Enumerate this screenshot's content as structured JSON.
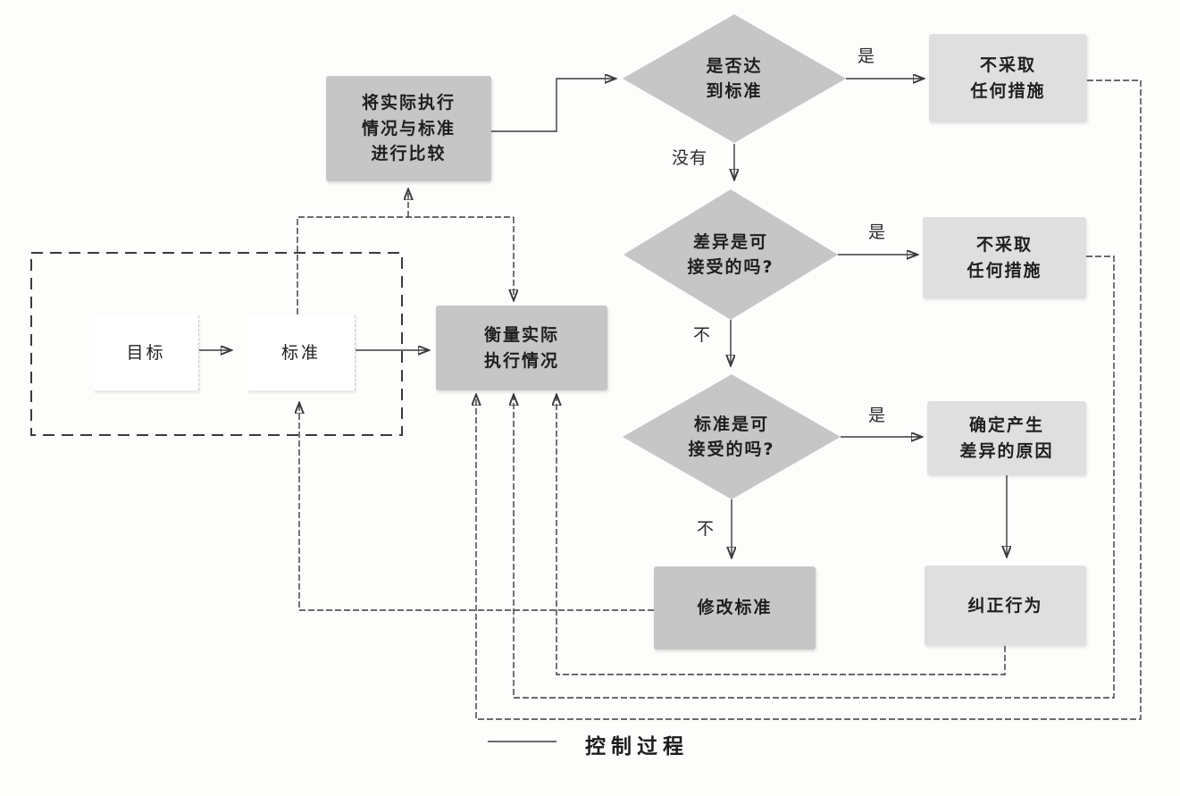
{
  "diagram": {
    "title_hint": "控制过程流程图",
    "legend": {
      "label": "控制过程"
    },
    "nodes": {
      "goal": {
        "label": "目标"
      },
      "standard": {
        "label": "标准"
      },
      "compare": {
        "line1": "将实际执行",
        "line2": "情况与标准",
        "line3": "进行比较"
      },
      "measure": {
        "line1": "衡量实际",
        "line2": "执行情况"
      },
      "reach_standard": {
        "line1": "是否达",
        "line2": "到标准"
      },
      "no_action_top": {
        "line1": "不采取",
        "line2": "任何措施"
      },
      "diff_acceptable": {
        "line1": "差异是可",
        "line2": "接受的吗?"
      },
      "no_action_mid": {
        "line1": "不采取",
        "line2": "任何措施"
      },
      "std_acceptable": {
        "line1": "标准是可",
        "line2": "接受的吗?"
      },
      "identify_cause": {
        "line1": "确定产生",
        "line2": "差异的原因"
      },
      "revise_standard": {
        "label": "修改标准"
      },
      "corrective_action": {
        "label": "纠正行为"
      }
    },
    "edge_labels": {
      "reach_yes": "是",
      "reach_no": "没有",
      "diff_yes": "是",
      "diff_no": "不",
      "std_yes": "是",
      "std_no": "不"
    },
    "colors": {
      "node_dark": "#c6c6c6",
      "node_light": "#dfdfdf",
      "line": "#3b3b3b",
      "background": "#fdfdfb"
    }
  }
}
